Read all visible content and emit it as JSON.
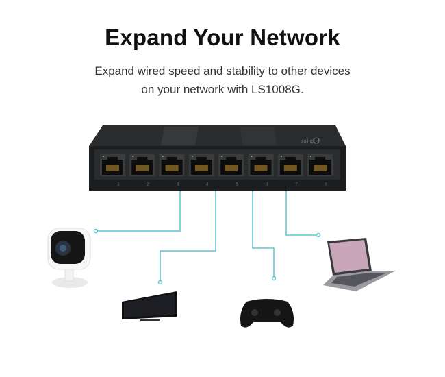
{
  "header": {
    "title": "Expand Your Network",
    "subtitle_line1": "Expand wired speed and stability to other devices",
    "subtitle_line2": "on your network with LS1008G."
  },
  "switch": {
    "logo": "tp-link",
    "ports": [
      "1",
      "2",
      "3",
      "4",
      "5",
      "6",
      "7",
      "8"
    ]
  },
  "devices": [
    "security-camera",
    "tv",
    "game-controller",
    "laptop"
  ],
  "colors": {
    "line": "#5ec6cf",
    "switch": "#1e1f21",
    "text": "#111111"
  }
}
